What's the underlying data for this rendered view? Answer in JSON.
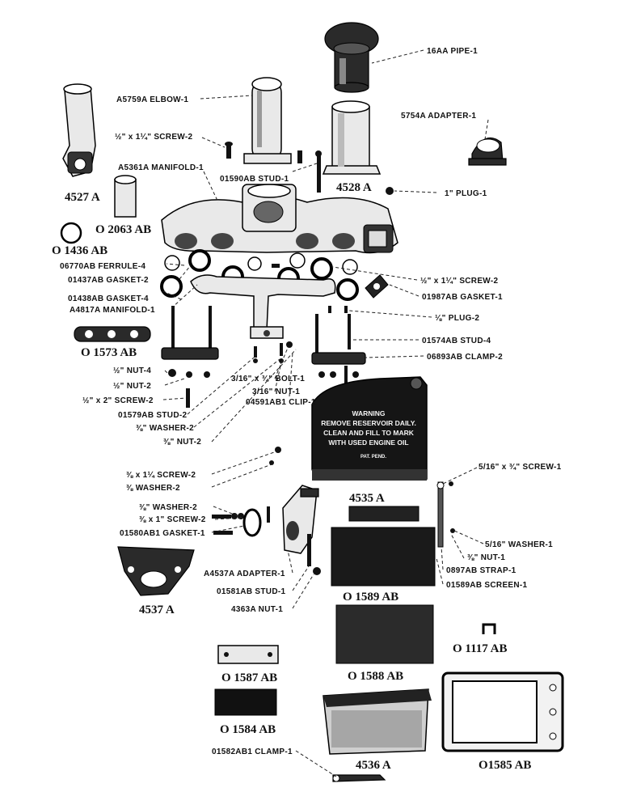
{
  "labels": {
    "pipe": "16AA PIPE-1",
    "elbow": "A5759A ELBOW-1",
    "adapter_top": "5754A ADAPTER-1",
    "screw_top": "½\" x 1¼\" SCREW-2",
    "manifold_upper": "A5361A MANIFOLD-1",
    "stud_upper": "01590AB STUD-1",
    "plug_1in": "1\" PLUG-1",
    "ferrule": "06770AB FERRULE-4",
    "gasket_1437": "01437AB GASKET-2",
    "gasket_1438": "01438AB GASKET-4",
    "manifold_lower": "A4817A MANIFOLD-1",
    "screw_right": "½\" x 1¼\" SCREW-2",
    "gasket_1987": "01987AB GASKET-1",
    "plug_eighth": "⅛\" PLUG-2",
    "stud_1574": "01574AB STUD-4",
    "clamp_6893": "06893AB CLAMP-2",
    "nut_half_4": "½\" NUT-4",
    "nut_half_2": "½\" NUT-2",
    "screw_half_2in": "½\" x 2\" SCREW-2",
    "bolt": "3/16\" x ¾\" BOLT-1",
    "nut_3_16": "3/16\" NUT-1",
    "clip": "04591AB1 CLIP-1",
    "stud_1579": "01579AB STUD-2",
    "washer_3_8_a": "⅜\" WASHER-2",
    "nut_3_8": "⅜\" NUT-2",
    "screw_3_8_1_25": "⅜ x 1¼ SCREW-2",
    "washer_3_8_b": "⅜ WASHER-2",
    "washer_3_8_c": "⅜\" WASHER-2",
    "screw_3_8_1": "⅜ x 1\" SCREW-2",
    "gasket_1580": "01580AB1 GASKET-1",
    "adapter_4537a": "A4537A ADAPTER-1",
    "stud_1581": "01581AB STUD-1",
    "nut_4363": "4363A NUT-1",
    "screw_5_16": "5/16\" x ¾\" SCREW-1",
    "washer_5_16": "5/16\" WASHER-1",
    "nut_3_8_1": "⅜\" NUT-1",
    "strap": "0897AB STRAP-1",
    "screen": "01589AB SCREEN-1",
    "clamp_1582": "01582AB1 CLAMP-1"
  },
  "parts": {
    "p4527a": "4527 A",
    "p2063ab": "O 2063 AB",
    "p1436ab": "O 1436 AB",
    "p4528a": "4528 A",
    "p1573ab": "O 1573 AB",
    "p4535a": "4535 A",
    "p4537a": "4537 A",
    "p1589ab": "O 1589 AB",
    "p1117ab": "O 1117 AB",
    "p1587ab": "O 1587 AB",
    "p1588ab": "O 1588 AB",
    "p1584ab": "O 1584 AB",
    "p4536a": "4536 A",
    "p1585ab": "O1585 AB"
  },
  "warning_plate": {
    "line1": "WARNING",
    "line2": "REMOVE RESERVOIR DAILY.",
    "line3": "CLEAN AND FILL TO MARK",
    "line4": "WITH USED ENGINE OIL",
    "line5": "PAT. PEND."
  }
}
